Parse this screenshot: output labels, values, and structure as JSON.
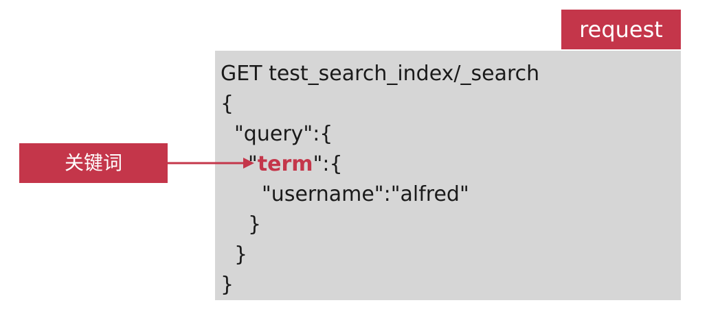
{
  "request_tag": "request",
  "keyword_label": "关键词",
  "colors": {
    "accent": "#c4364a",
    "panel": "#d6d6d6",
    "text": "#1a1a1a"
  },
  "code": {
    "line1": "GET test_search_index/_search",
    "line2": "{",
    "line3": "\"query\":{",
    "line4_quote_open": "\"",
    "line4_term": "term",
    "line4_rest": "\":{",
    "line5": "\"username\":\"alfred\"",
    "line6": "}",
    "line7": "}",
    "line8": "}"
  }
}
